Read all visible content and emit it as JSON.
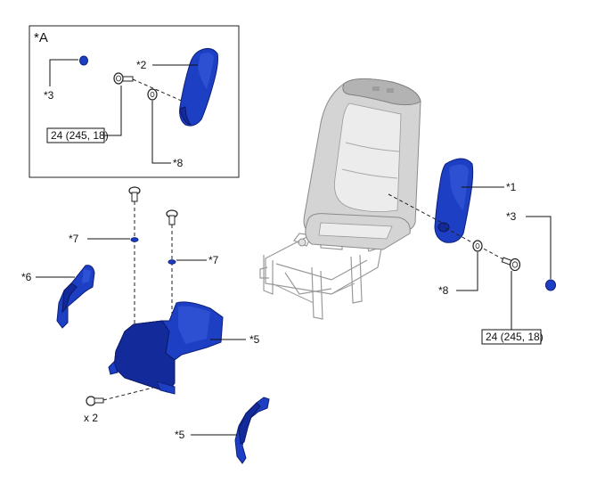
{
  "inset": {
    "label": "*A"
  },
  "callouts": {
    "inset_cap": "*3",
    "inset_armrest": "*2",
    "inset_washer": "*8",
    "armrest": "*1",
    "cap": "*3",
    "washer": "*8",
    "cover_left": "*6",
    "clip_left": "*7",
    "clip_right": "*7",
    "cover_main": "*5",
    "cover_small": "*5"
  },
  "torque": {
    "inset": "24 (245, 18)",
    "main": "24 (245, 18)"
  },
  "quantity": "x 2",
  "colors": {
    "part_highlight": "#1d3fc4",
    "seat_body": "#d4d4d4"
  }
}
